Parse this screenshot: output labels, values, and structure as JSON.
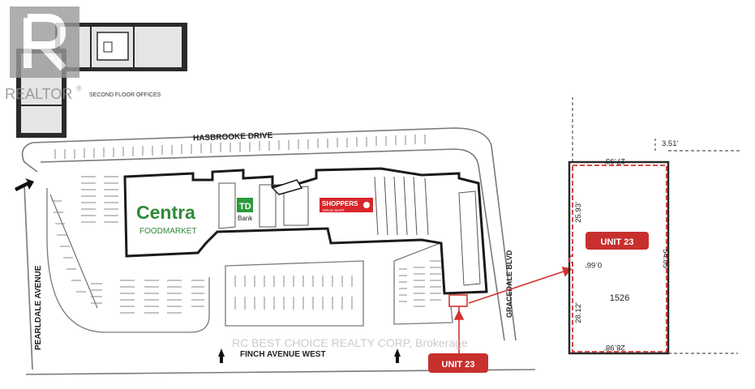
{
  "watermark": {
    "brand": "REALTOR",
    "registered": "®",
    "brokerage": "RC BEST CHOICE REALTY CORP, Brokerage"
  },
  "inset": {
    "label": "SECOND FLOOR OFFICES"
  },
  "streets": {
    "north": "HASBROOKE DRIVE",
    "south": "FINCH AVENUE WEST",
    "west": "PEARLDALE AVENUE",
    "east": "GRACEDALE BLVD"
  },
  "tenants": {
    "centra": {
      "name": "Centra",
      "sub": "FOODMARKET",
      "color": "#2f8a3a"
    },
    "td": {
      "name": "TD",
      "sub": "Bank",
      "color": "#2c9a3c"
    },
    "shoppers": {
      "name": "SHOPPERS",
      "sub": "DRUG MART",
      "color": "#d7262b"
    }
  },
  "unit": {
    "tag": "UNIT 23",
    "area": "1526",
    "tag_color": "#c8302e",
    "outline_color": "#d3322e",
    "dims": {
      "top": "27.93'",
      "top_right": "3.51'",
      "left_upper": "25.93'",
      "left_jog": "0.66'",
      "left_lower": "28.12'",
      "right": "54.05'",
      "bottom": "28.98'"
    }
  }
}
